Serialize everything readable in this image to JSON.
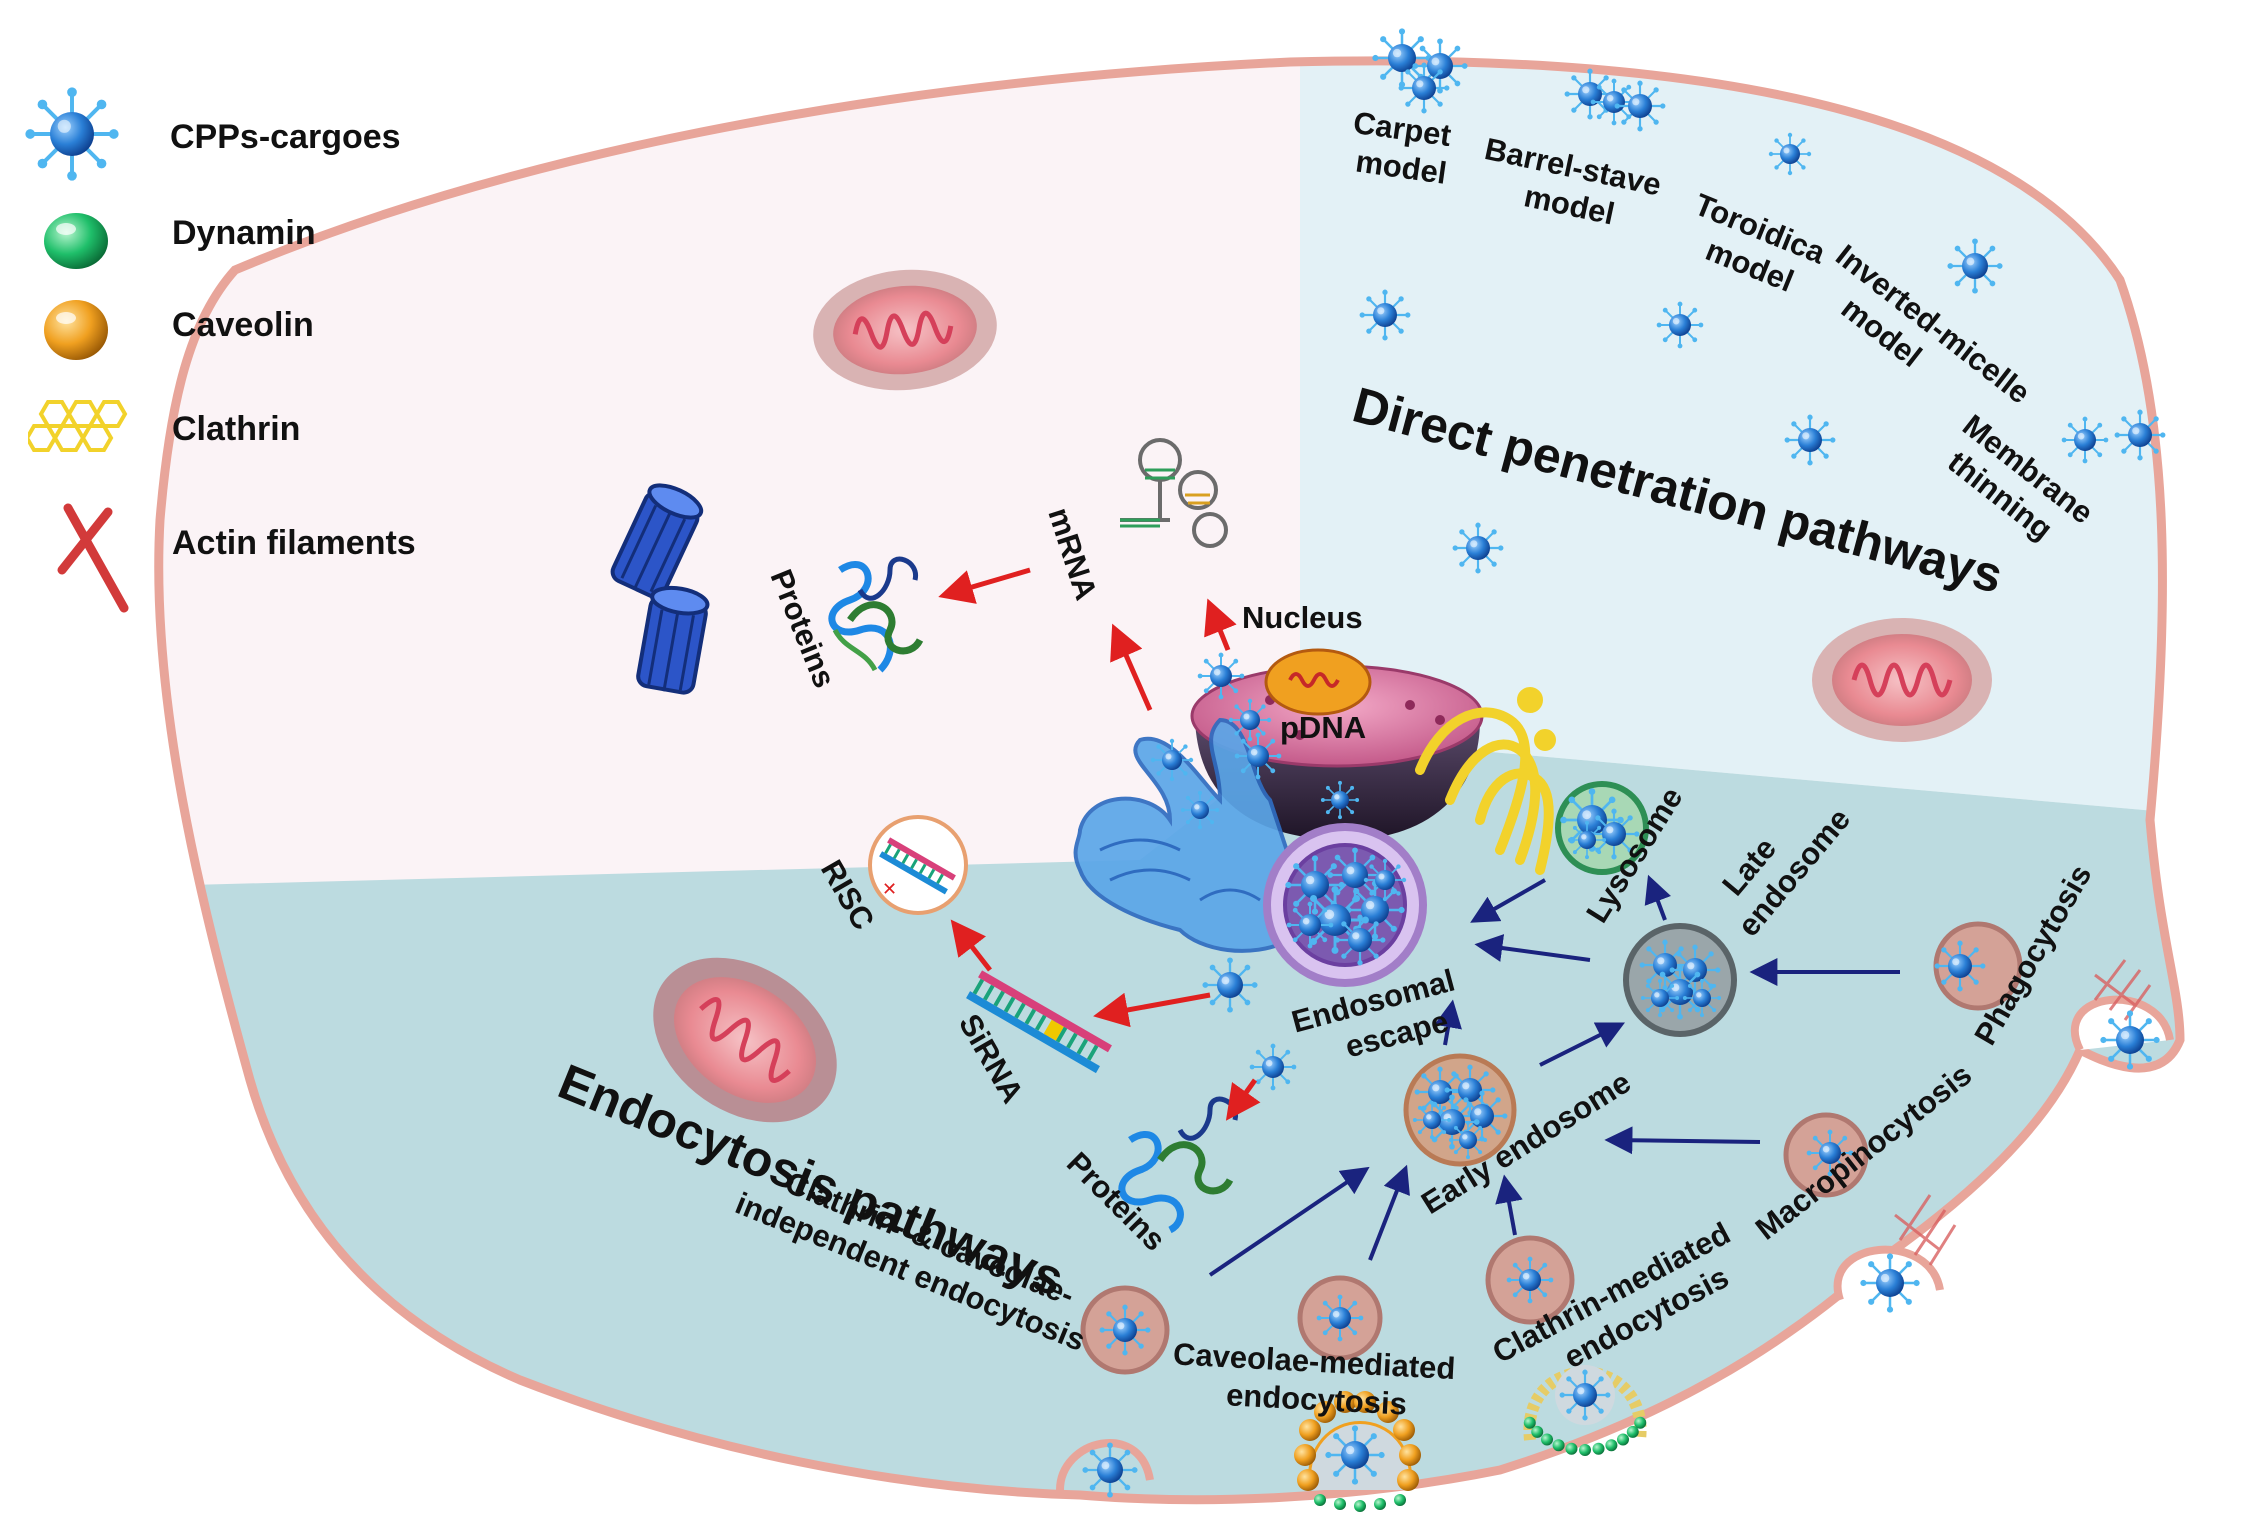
{
  "colors": {
    "membrane": "#e8a59a",
    "upper_left_region": "#fbf3f6",
    "upper_right_region": "#e3f1f6",
    "lower_region": "#bcdbe0",
    "cargo": "#2a7fd6",
    "dynamin": "#1fbf6a",
    "caveolin": "#f0a020",
    "clathrin": "#f2d22b",
    "actin": "#d23a3a",
    "red_arrow": "#e02020",
    "blue_arrow": "#1a237e"
  },
  "legend": [
    {
      "icon": "cpps-cargo-icon",
      "label": "CPPs-cargoes"
    },
    {
      "icon": "dynamin-icon",
      "label": "Dynamin"
    },
    {
      "icon": "caveolin-icon",
      "label": "Caveolin"
    },
    {
      "icon": "clathrin-icon",
      "label": "Clathrin"
    },
    {
      "icon": "actin-filament-icon",
      "label": "Actin filaments"
    }
  ],
  "direct": {
    "title": "Direct penetration pathways",
    "models": {
      "carpet": [
        "Carpet",
        "model"
      ],
      "barrel": [
        "Barrel-stave",
        "model"
      ],
      "toroidal": [
        "Toroidica",
        "model"
      ],
      "inverted": [
        "Inverted-micelle",
        "model"
      ],
      "membrane": [
        "Membrane",
        "thinning"
      ]
    }
  },
  "endocytosis": {
    "title": "Endocytosis pathways",
    "independent": [
      "Clathrin- & caveolae-",
      "independent endocytosis"
    ],
    "caveolae": [
      "Caveolae-mediated",
      "endocytosis"
    ],
    "clathrin": [
      "Clathrin-mediated",
      "endocytosis"
    ],
    "macro": "Macropinocytosis",
    "phago": "Phagocytosis"
  },
  "organelles": {
    "nucleus": "Nucleus",
    "pdna": "pDNA",
    "mrna": "mRNA",
    "proteins_top": "Proteins",
    "risc": "RISC",
    "sirna": "SiRNA",
    "proteins_bottom": "Proteins",
    "escape": [
      "Endosomal",
      "escape"
    ],
    "early": "Early endosome",
    "late": [
      "Late",
      "endosome"
    ],
    "lysosome": "Lysosome"
  }
}
